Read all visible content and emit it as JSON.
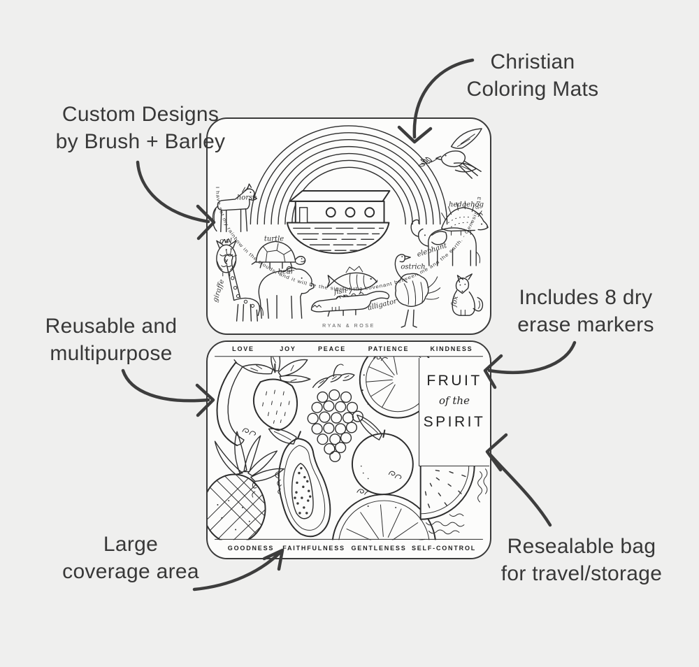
{
  "page": {
    "background": "#efefee"
  },
  "colors": {
    "ink": "#383838",
    "line_art": "#2d2d2d",
    "mat_background": "#fcfcfb",
    "arrow": "#3d3d3d"
  },
  "callouts": [
    {
      "id": "christian-coloring-mats",
      "lines": [
        "Christian",
        "Coloring Mats"
      ]
    },
    {
      "id": "custom-designs",
      "lines": [
        "Custom Designs",
        "by Brush + Barley"
      ]
    },
    {
      "id": "reusable",
      "lines": [
        "Reusable and",
        "multipurpose"
      ]
    },
    {
      "id": "dry-erase-markers",
      "lines": [
        "Includes 8 dry",
        "erase markers"
      ]
    },
    {
      "id": "large-coverage",
      "lines": [
        "Large",
        "coverage area"
      ]
    },
    {
      "id": "resealable-bag",
      "lines": [
        "Resealable bag",
        "for travel/storage"
      ]
    }
  ],
  "noah_mat": {
    "verse": "I have set my rainbow in the clouds, and it will be the sign of the covenant between me and the earth. - Genesis 9:13",
    "brand": "RYAN & ROSE",
    "animal_labels": {
      "horse": "horse",
      "owl": "owl",
      "turtle": "turtle",
      "giraffe": "giraffe",
      "bear": "bear",
      "fish": "fish",
      "alligator": "alligator",
      "ostrich": "ostrich",
      "elephant": "elephant",
      "hedgehog": "hedgehog",
      "fox": "fox"
    },
    "artwork": [
      "rainbow",
      "noah's ark",
      "dove with olive branch"
    ]
  },
  "fruit_mat": {
    "header_words": [
      "LOVE",
      "JOY",
      "PEACE",
      "PATIENCE",
      "KINDNESS"
    ],
    "footer_words": [
      "GOODNESS",
      "FAITHFULNESS",
      "GENTLENESS",
      "SELF-CONTROL"
    ],
    "title_lines": [
      "FRUIT",
      "of the",
      "SPIRIT"
    ],
    "artwork": [
      "banana",
      "strawberry",
      "raspberry",
      "citrus slice",
      "orange",
      "papaya",
      "pineapple",
      "lemon slice",
      "watermelon"
    ]
  }
}
